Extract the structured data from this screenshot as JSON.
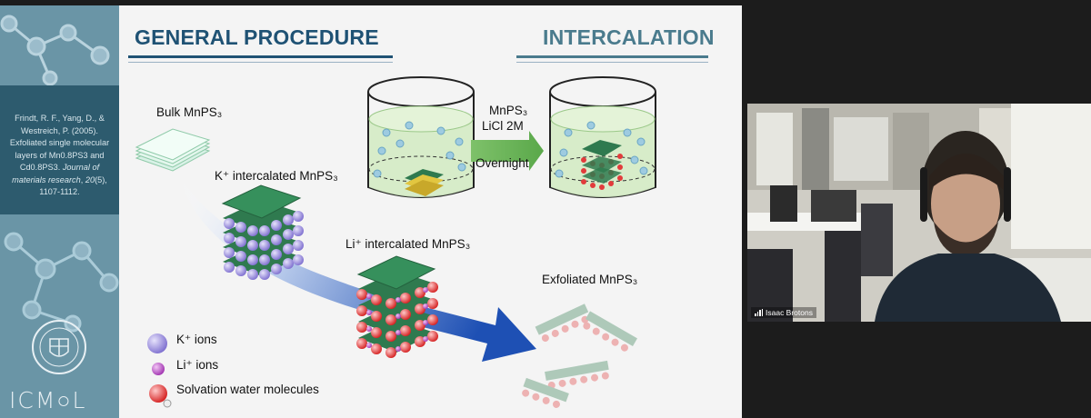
{
  "slide": {
    "heading_left": "GENERAL PROCEDURE",
    "heading_right": "INTERCALATION",
    "citation": {
      "text": "Frindt, R. F., Yang, D., & Westreich, P. (2005). Exfoliated single molecular layers of Mn0.8PS3 and Cd0.8PS3.",
      "journal": "Journal of materials research",
      "volume": "20",
      "issue_pages": "(5), 1107-1112."
    },
    "logo_text": "ICM○L",
    "labels": {
      "bulk": "Bulk MnPS₃",
      "k_intercalated": "K⁺ intercalated MnPS₃",
      "li_intercalated": "Li⁺ intercalated MnPS₃",
      "exfoliated": "Exfoliated MnPS₃",
      "reagent_1": "MnPS₃",
      "reagent_2": "LiCl 2M",
      "condition": "Overnight"
    },
    "legend": [
      {
        "label": "K⁺ ions",
        "color": "#9b8fd9"
      },
      {
        "label": "Li⁺ ions",
        "color": "#b94fc4"
      },
      {
        "label": "Solvation water molecules",
        "color": "#e23b3b"
      }
    ],
    "colors": {
      "heading": "#1f5274",
      "layer_green": "#2f7a4f",
      "arrow_blue": "#1e50b4",
      "sidebar": "#4f7a8c"
    }
  },
  "participant": {
    "name": "Isaac Brotons"
  }
}
